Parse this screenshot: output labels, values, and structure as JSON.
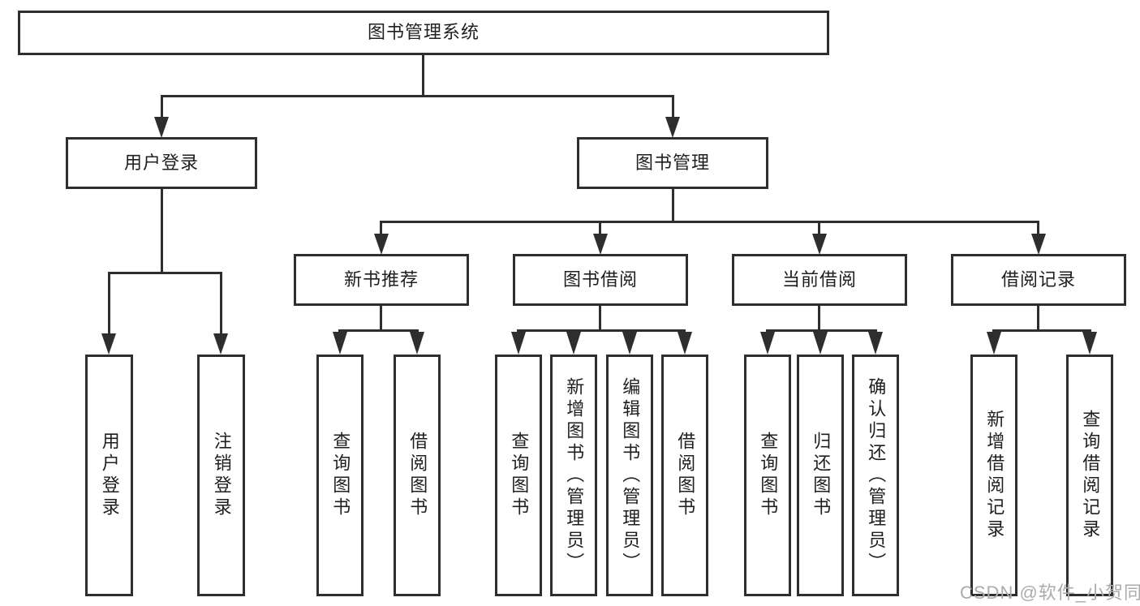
{
  "colors": {
    "line": "#2e2e2e",
    "text": "#1f1f1f",
    "watermark": "#ababab",
    "background": "#ffffff"
  },
  "watermark": {
    "text": "CSDN @软件_小贺同学"
  },
  "tree": {
    "root": {
      "label": "图书管理系统"
    },
    "branches": [
      {
        "label": "用户登录",
        "children": [
          {
            "label": "用户登录"
          },
          {
            "label": "注销登录"
          }
        ]
      },
      {
        "label": "图书管理",
        "children": [
          {
            "label": "新书推荐",
            "children": [
              {
                "label": "查询图书"
              },
              {
                "label": "借阅图书"
              }
            ]
          },
          {
            "label": "图书借阅",
            "children": [
              {
                "label": "查询图书"
              },
              {
                "label": "新增图书（管理员）"
              },
              {
                "label": "编辑图书（管理员）"
              },
              {
                "label": "借阅图书"
              }
            ]
          },
          {
            "label": "当前借阅",
            "children": [
              {
                "label": "查询图书"
              },
              {
                "label": "归还图书"
              },
              {
                "label": "确认归还（管理员）"
              }
            ]
          },
          {
            "label": "借阅记录",
            "children": [
              {
                "label": "新增借阅记录"
              },
              {
                "label": "查询借阅记录"
              }
            ]
          }
        ]
      }
    ]
  }
}
